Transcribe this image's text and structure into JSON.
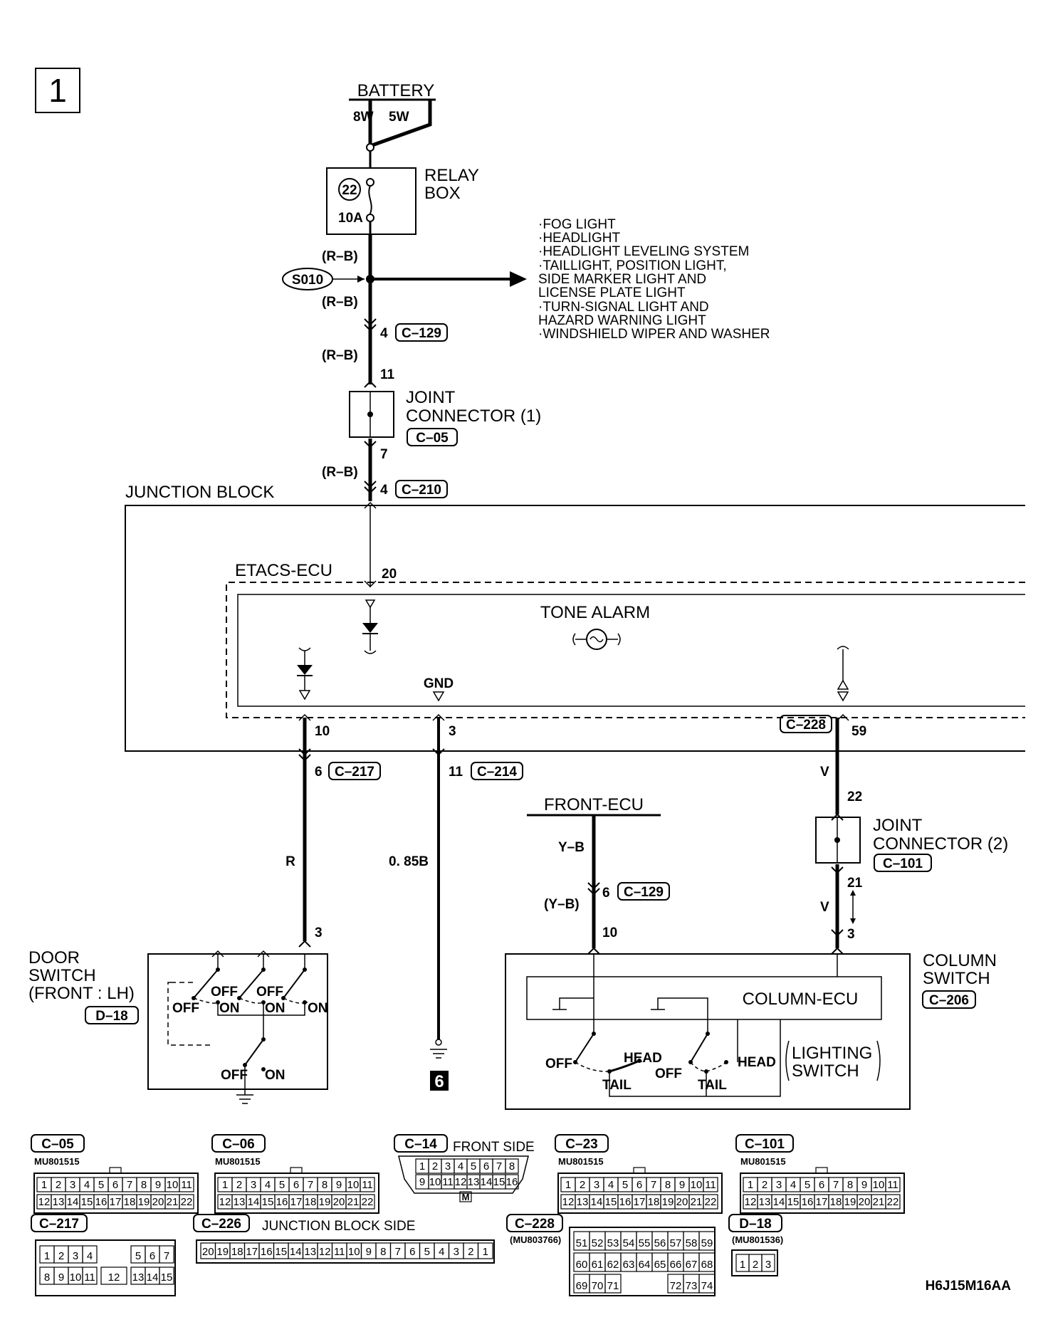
{
  "page_number": "1",
  "battery": {
    "label": "BATTERY",
    "wire_left": "8W",
    "wire_right": "5W"
  },
  "relay_box": {
    "line1": "RELAY",
    "line2": "BOX",
    "fuse_number": "22",
    "fuse_rating": "10A"
  },
  "splice": {
    "id": "S010",
    "wire_above": "(R–B)",
    "wire_below": "(R–B)"
  },
  "feeds": [
    "·FOG LIGHT",
    "·HEADLIGHT",
    "·HEADLIGHT LEVELING SYSTEM",
    "·TAILLIGHT, POSITION LIGHT,",
    " SIDE MARKER LIGHT AND",
    " LICENSE PLATE LIGHT",
    "·TURN-SIGNAL LIGHT AND",
    " HAZARD WARNING LIGHT",
    "·WINDSHIELD WIPER AND WASHER"
  ],
  "conn_c129_top": {
    "pin": "4",
    "id": "C–129"
  },
  "wire_rb_3": "(R–B)",
  "joint1": {
    "pin_in": "11",
    "pin_out": "7",
    "line1": "JOINT",
    "line2": "CONNECTOR (1)",
    "id": "C–05"
  },
  "wire_rb_4": "(R–B)",
  "conn_c210": {
    "pin": "4",
    "id": "C–210"
  },
  "junction_block": "JUNCTION BLOCK",
  "etacs": {
    "label": "ETACS-ECU",
    "pin_top": "20",
    "tone_alarm": "TONE ALARM",
    "gnd": "GND"
  },
  "jb_pins": {
    "door": "10",
    "gnd": "3",
    "col_id": "C–228",
    "col": "59"
  },
  "door_circuit": {
    "pin_jb": "6",
    "conn": "C–217",
    "wire": "R",
    "pin_switch": "3"
  },
  "gnd_circuit": {
    "pin": "11",
    "conn": "C–214",
    "wire": "0. 85B",
    "ground_number": "6"
  },
  "front_ecu": {
    "label": "FRONT-ECU",
    "wire_top": "Y–B",
    "pin": "6",
    "conn": "C–129",
    "wire_bottom": "(Y–B)",
    "pin_switch": "10"
  },
  "joint2": {
    "wire_top": "V",
    "pin_in": "22",
    "line1": "JOINT",
    "line2": "CONNECTOR (2)",
    "id": "C–101",
    "pin_out": "21",
    "wire_bottom": "V",
    "pin_switch": "3"
  },
  "door_switch": {
    "line1": "DOOR",
    "line2": "SWITCH",
    "line3": "(FRONT : LH)",
    "id": "D–18",
    "off": "OFF",
    "on": "ON"
  },
  "column_switch": {
    "line1": "COLUMN",
    "line2": "SWITCH",
    "id": "C–206",
    "ecu": "COLUMN-ECU",
    "lighting1": "LIGHTING",
    "lighting2": "SWITCH",
    "off": "OFF",
    "head": "HEAD",
    "tail": "TAIL"
  },
  "connectors": {
    "c05": {
      "id": "C–05",
      "part": "MU801515"
    },
    "c06": {
      "id": "C–06",
      "part": "MU801515"
    },
    "c14": {
      "id": "C–14",
      "note": "FRONT SIDE",
      "key": "M"
    },
    "c23": {
      "id": "C–23",
      "part": "MU801515"
    },
    "c101": {
      "id": "C–101",
      "part": "MU801515"
    },
    "c217": {
      "id": "C–217"
    },
    "c226": {
      "id": "C–226",
      "note": "JUNCTION BLOCK SIDE"
    },
    "c228": {
      "id": "C–228",
      "part": "(MU803766)"
    },
    "d18": {
      "id": "D–18",
      "part": "(MU801536)"
    }
  },
  "pins": {
    "c05_r1": [
      "1",
      "2",
      "3",
      "4",
      "5",
      "6",
      "7",
      "8",
      "9",
      "10",
      "11"
    ],
    "c05_r2": [
      "12",
      "13",
      "14",
      "15",
      "16",
      "17",
      "18",
      "19",
      "20",
      "21",
      "22"
    ],
    "c14_r1": [
      "1",
      "2",
      "3",
      "4",
      "5",
      "6",
      "7",
      "8"
    ],
    "c14_r2": [
      "9",
      "10",
      "11",
      "12",
      "13",
      "14",
      "15",
      "16"
    ],
    "c217_r1a": [
      "1",
      "2",
      "3",
      "4"
    ],
    "c217_r1b": [
      "5",
      "6",
      "7"
    ],
    "c217_r2a": [
      "8",
      "9",
      "10",
      "11"
    ],
    "c217_mid": "12",
    "c217_r2b": [
      "13",
      "14",
      "15"
    ],
    "c226": [
      "20",
      "19",
      "18",
      "17",
      "16",
      "15",
      "14",
      "13",
      "12",
      "11",
      "10",
      "9",
      "8",
      "7",
      "6",
      "5",
      "4",
      "3",
      "2",
      "1"
    ],
    "c228_r1": [
      "51",
      "52",
      "53",
      "54",
      "55",
      "56",
      "57",
      "58",
      "59"
    ],
    "c228_r2": [
      "60",
      "61",
      "62",
      "63",
      "64",
      "65",
      "66",
      "67",
      "68"
    ],
    "c228_r3a": [
      "69",
      "70",
      "71"
    ],
    "c228_r3b": [
      "72",
      "73",
      "74"
    ],
    "d18": [
      "1",
      "2",
      "3"
    ]
  },
  "diagram_code": "H6J15M16AA"
}
